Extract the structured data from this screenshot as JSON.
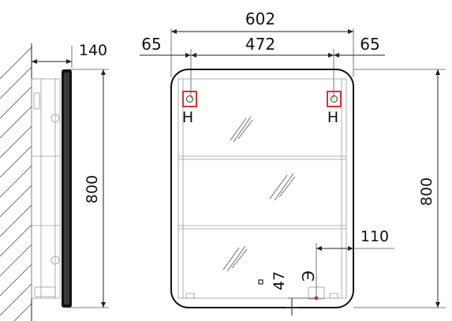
{
  "colors": {
    "line": "#222222",
    "accent": "#d9342b",
    "frame": "#111111",
    "panel": "#bfbfbf"
  },
  "side_view": {
    "depth_label": "140",
    "height_label": "800"
  },
  "front_view": {
    "total_width_label": "602",
    "inner_width_label": "472",
    "left_offset_label": "65",
    "right_offset_label": "65",
    "height_label": "800",
    "socket_offset_label": "110",
    "socket_height_label": "47",
    "hinge_left_label": "H",
    "hinge_right_label": "H",
    "socket_label": "Э"
  }
}
